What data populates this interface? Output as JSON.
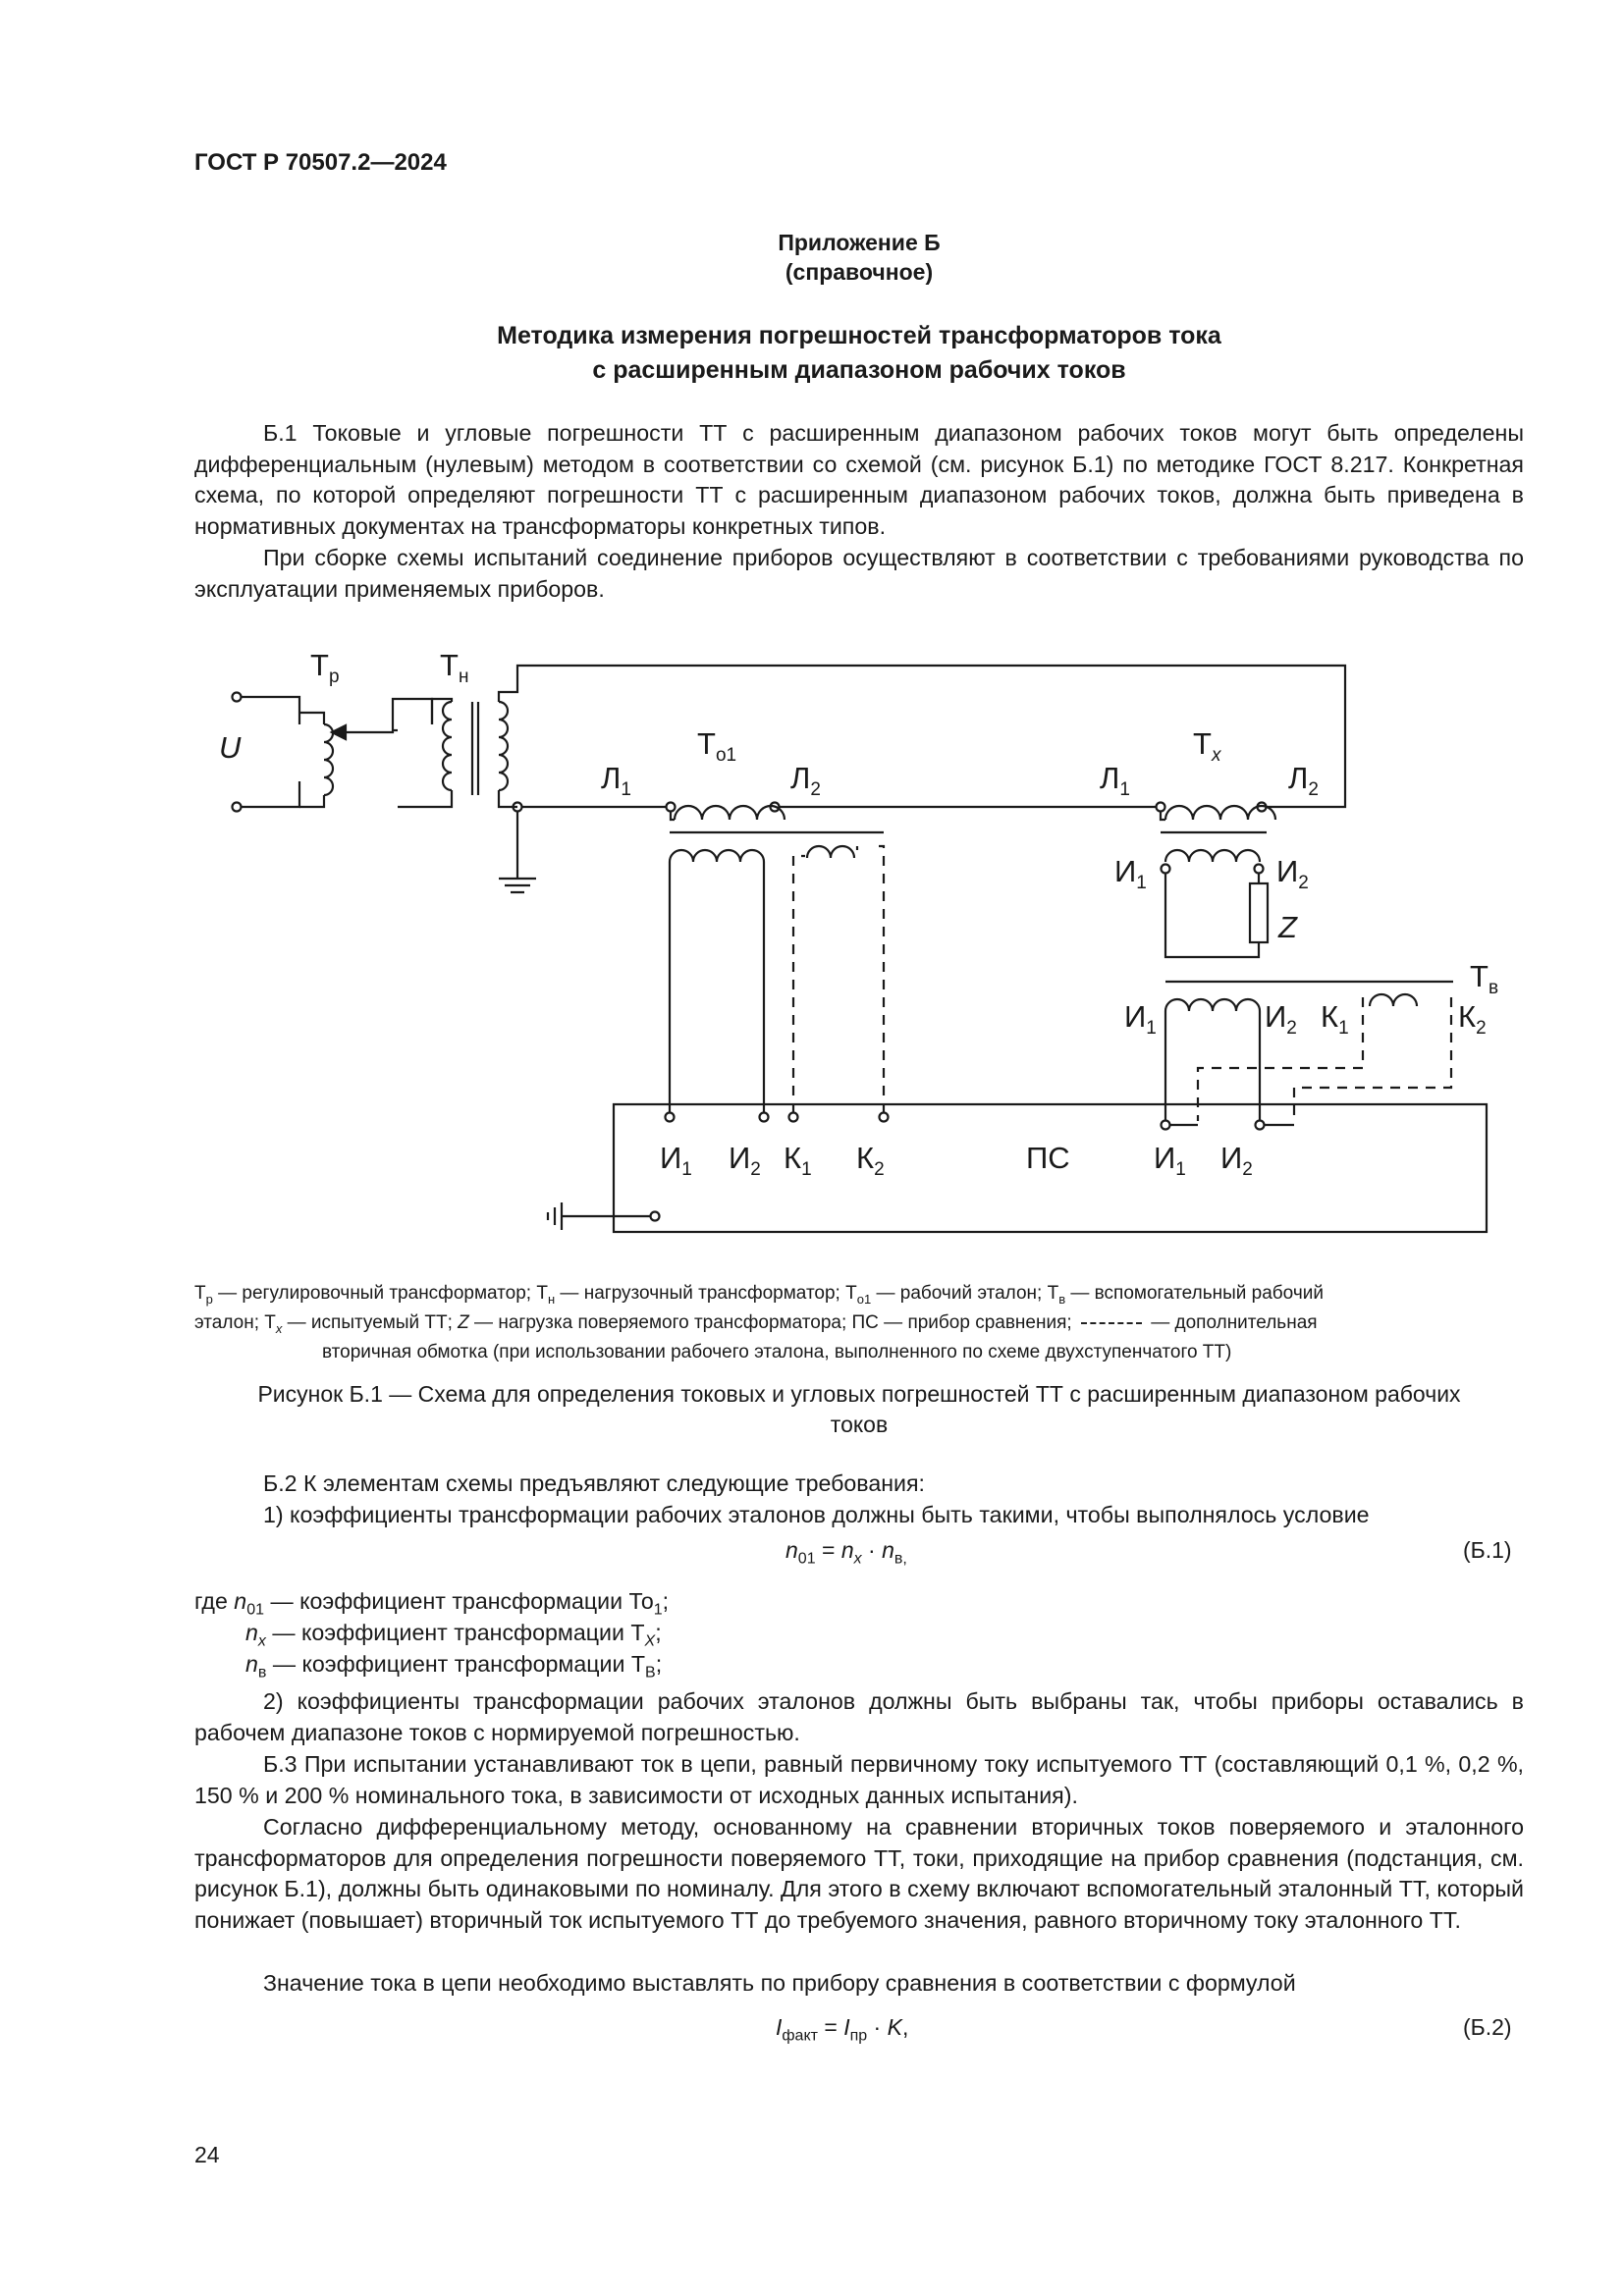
{
  "header": {
    "doc_code": "ГОСТ Р 70507.2—2024"
  },
  "appendix": {
    "line1": "Приложение Б",
    "line2": "(справочное)"
  },
  "title": {
    "line1": "Методика измерения погрешностей трансформаторов тока",
    "line2": "с расширенным диапазоном рабочих токов"
  },
  "paragraphs": {
    "p1": "Б.1 Токовые и угловые погрешности ТТ с расширенным диапазоном рабочих токов могут быть определены дифференциальным (нулевым) методом в соответствии со схемой (см. рисунок Б.1) по методике ГОСТ 8.217. Конкретная схема, по которой определяют погрешности ТТ с расширенным диапазоном рабочих токов, должна быть приведена в нормативных документах на трансформаторы конкретных типов.",
    "p2": "При сборке схемы испытаний соединение приборов осуществляют в соответствии с требованиями руководства по эксплуатации применяемых приборов.",
    "p3": "Б.2 К элементам схемы предъявляют следующие требования:",
    "p4": "1) коэффициенты трансформации рабочих эталонов должны быть такими, чтобы выполнялось условие",
    "p5": "2) коэффициенты трансформации рабочих эталонов должны быть выбраны так, чтобы приборы оставались в рабочем диапазоне токов с нормируемой погрешностью.",
    "p6": "Б.3 При испытании устанавливают ток в цепи, равный первичному току испытуемого ТТ (составляющий 0,1 %, 0,2 %, 150 % и 200 % номинального тока, в зависимости от исходных данных испытания).",
    "p7": "Согласно дифференциальному методу, основанному на сравнении вторичных токов поверяемого и эталонного трансформаторов для определения погрешности поверяемого ТТ, токи, приходящие на прибор сравнения (подстанция, см. рисунок Б.1), должны быть одинаковыми по номиналу. Для этого в схему включают вспомогательный эталонный ТТ, который понижает (повышает) вторичный ток испытуемого ТТ до требуемого значения, равного вторичному току эталонного ТТ.",
    "p8": "Значение тока в цепи необходимо выставлять по прибору сравнения в соответствии с формулой"
  },
  "legend": {
    "l1a": "— регулировочный трансформатор;",
    "l1b": "— нагрузочный трансформатор;",
    "l1c": "— рабочий эталон;",
    "l1d": "— вспомогательный рабочий",
    "l2a": "эталон;",
    "l2b": "— испытуемый ТТ;",
    "l2c": "— нагрузка поверяемого трансформатора; ПС — прибор сравнения;",
    "l2d": "— дополнительная",
    "l3": "вторичная обмотка (при использовании рабочего эталона, выполненного по схеме двухступенчатого ТТ)"
  },
  "caption": {
    "line1": "Рисунок Б.1 — Схема для определения токовых и угловых погрешностей ТТ с расширенным диапазоном рабочих",
    "line2": "токов"
  },
  "formula1": {
    "number": "(Б.1)"
  },
  "definitions": {
    "d1_pre": "где",
    "d1": "— коэффициент трансформации То",
    "d2": "— коэффициент трансформации Т",
    "d3": "— коэффициент трансформации Т"
  },
  "formula2": {
    "number": "(Б.2)"
  },
  "page_number": "24",
  "diagram": {
    "U": "U",
    "Tp": "Т",
    "Tp_sub": "р",
    "Tn": "Т",
    "Tn_sub": "н",
    "To1": "Т",
    "To1_sub": "о1",
    "Tx": "Т",
    "Tx_sub": "x",
    "Tv": "Т",
    "Tv_sub": "в",
    "L": "Л",
    "I": "И",
    "K": "К",
    "Z": "Z",
    "PS": "ПС",
    "s1": "1",
    "s2": "2"
  }
}
